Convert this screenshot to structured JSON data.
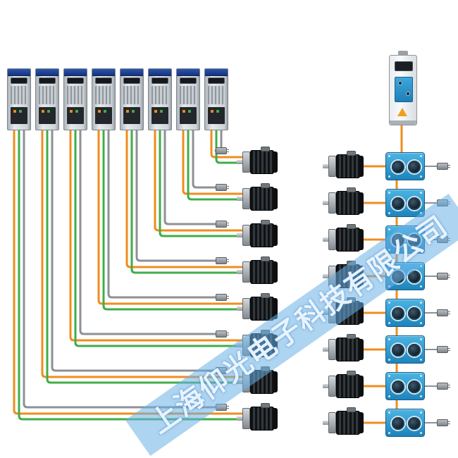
{
  "watermark": {
    "text": "上海仰光电子科技有限公司"
  },
  "diagram": {
    "left_system": {
      "drive_count": 8,
      "motor_count": 8
    },
    "right_system": {
      "controller_count": 1,
      "module_count": 8,
      "motor_count": 8,
      "plug_count": 8
    },
    "colors": {
      "cable_orange": "#f08c1e",
      "cable_green": "#3fae49",
      "cable_gray": "#8d9196",
      "module_blue": "#2f9fd8",
      "drive_header_blue": "#16337e",
      "watermark_blue": "#69b0e6",
      "background": "#ffffff"
    }
  }
}
